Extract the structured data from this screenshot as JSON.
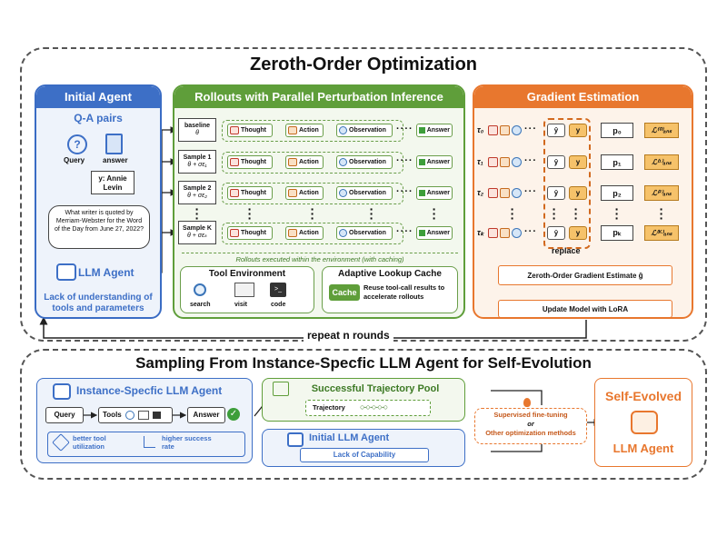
{
  "top_title": "Zeroth-Order Optimization",
  "bottom_title": "Sampling From Instance-Specfic LLM Agent for Self-Evolution",
  "repeat_label": "repeat n rounds",
  "initial_agent": {
    "header": "Initial Agent",
    "qa_title": "Q-A pairs",
    "query_label": "Query",
    "answer_label": "answer",
    "answer_value": "y:  Annie Levin",
    "question": "What writer is quoted by Merriam-Webster for the Word of the Day from June 27, 2022?",
    "llm_agent": "LLM Agent",
    "lack": "Lack of understanding of tools and parameters"
  },
  "rollouts": {
    "header": "Rollouts with Parallel Perturbation  Inference",
    "rows": [
      {
        "name": "baseline",
        "param": "θ"
      },
      {
        "name": "Sample 1",
        "param": "θ + σε₁"
      },
      {
        "name": "Sample 2",
        "param": "θ + σε₂"
      },
      {
        "name": "Sample K",
        "param": "θ + σεₖ"
      }
    ],
    "thought": "Thought",
    "action": "Action",
    "observation": "Observation",
    "answer": "Answer",
    "note": "Rollouts executed within the environment (with caching)",
    "tool_env": "Tool Environment",
    "tools": [
      "search",
      "visit",
      "code"
    ],
    "cache_title": "Adaptive Lookup Cache",
    "cache_badge": "Cache",
    "cache_desc": "Reuse tool-call results to accelerate rollouts"
  },
  "gradient": {
    "header": "Gradient Estimation",
    "taus": [
      "τ₀",
      "τ₁",
      "τ₂",
      "τₖ"
    ],
    "yhat": "ŷ",
    "y": "y",
    "probs": [
      "p₀",
      "p₁",
      "p₂",
      "pₖ"
    ],
    "losses": [
      "ℒ⁽⁰⁾ₐₙₛ",
      "ℒ⁽¹⁾ₐₙₛ",
      "ℒ⁽²⁾ₐₙₛ",
      "ℒ⁽ᴷ⁾ₐₙₛ"
    ],
    "replace": "replace",
    "zo_estimate": "Zeroth-Order Gradient Estimate ĝ",
    "update": "Update Model with LoRA"
  },
  "bottom": {
    "instance_title": "Instance-Specfic LLM Agent",
    "query": "Query",
    "tools": "Tools",
    "answer": "Answer",
    "benefit1": "better tool utilization",
    "benefit2": "higher success rate",
    "pool_title": "Successful Trajectory Pool",
    "trajectory": "Trajectory",
    "initial_llm": "Initial LLM Agent",
    "lack_cap": "Lack of Capability",
    "sft": "Supervised fine-tuning",
    "or": "or",
    "other": "Other optimization methods",
    "self_evolved": "Self-Evolved",
    "llm_agent": "LLM Agent"
  },
  "colors": {
    "blue": "#3d6fc6",
    "green": "#5f9e3a",
    "orange": "#e8772e",
    "gold": "#f6c26a"
  }
}
